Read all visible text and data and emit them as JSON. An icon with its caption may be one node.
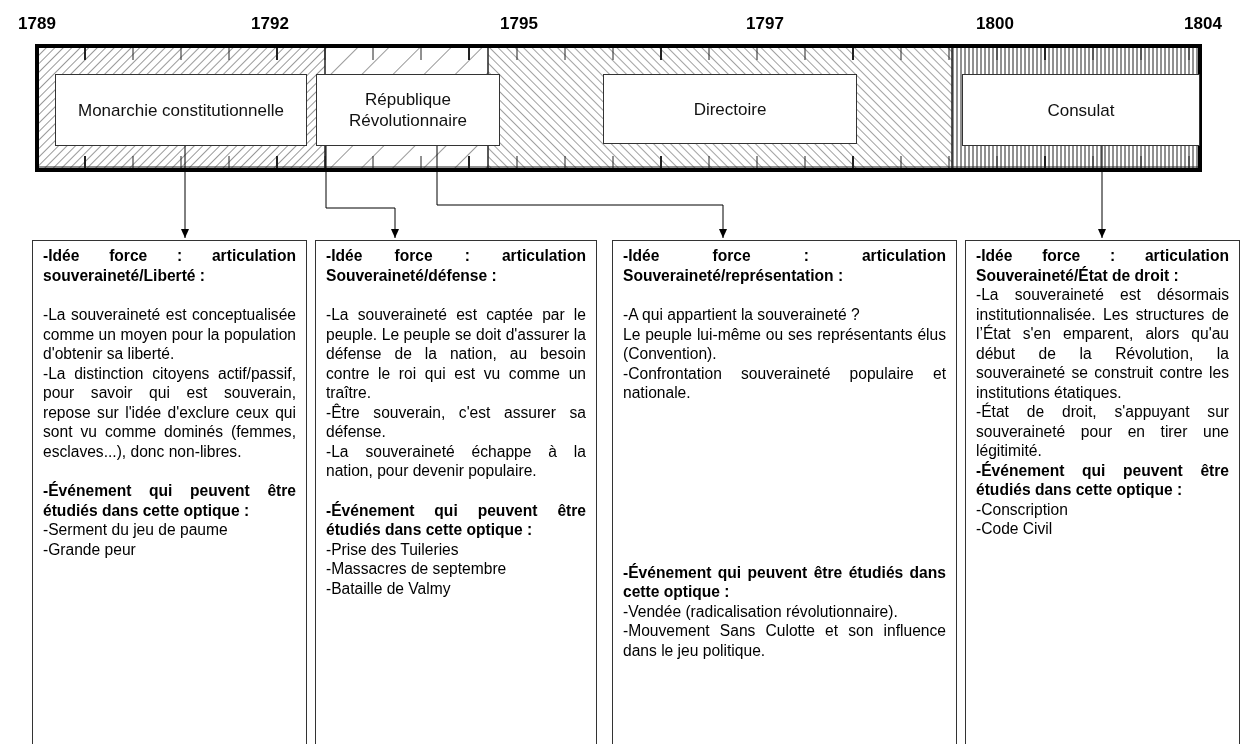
{
  "diagram": {
    "nodes": [
      {
        "text": [
          "Monarchie constitutionnelle"
        ]
      },
      {
        "text": [
          "République Révolutionnaire"
        ]
      },
      {
        "text": [
          "Directoire"
        ]
      },
      {
        "text": [
          "Consulat"
        ]
      },
      {
        "text": [
          "-Idée force : articulation souveraineté/Liberté :",
          "-La souveraineté est conceptualisée comme un moyen pour la population d'obtenir sa liberté.",
          "-La distinction citoyens actif/passif, pour savoir qui est souverain, repose sur l'idée d'exclure ceux qui sont vu comme dominés (femmes, esclaves...), donc non-libres.",
          "-Événement qui peuvent être étudiés dans cette optique :",
          "-Serment du jeu de paume",
          "-Grande peur"
        ]
      },
      {
        "text": [
          "-Idée force : articulation Souveraineté/défense :",
          "-La souveraineté est captée par le peuple. Le peuple se doit d'assurer la défense de la nation, au besoin contre le roi qui est vu comme un traître.",
          "-Être souverain, c'est assurer sa défense.",
          "-La souveraineté échappe à la nation, pour devenir populaire.",
          "-Événement qui peuvent être étudiés dans cette optique :",
          "-Prise des Tuileries",
          "-Massacres de septembre",
          "-Bataille de Valmy"
        ]
      },
      {
        "text": [
          "-Idée force : articulation Souveraineté/représentation :",
          "-A qui appartient la souveraineté ?",
          "Le peuple lui-même ou ses représentants élus (Convention).",
          "-Confrontation souveraineté populaire et nationale.",
          "-Événement qui peuvent être étudiés dans cette optique :",
          "-Vendée (radicalisation révolutionnaire).",
          "-Mouvement Sans Culotte et son influence dans le jeu politique."
        ]
      },
      {
        "text": [
          "-Idée force : articulation Souveraineté/État de droit :",
          "-La souveraineté est désormais institutionnalisée. Les structures de l’État s'en emparent, alors qu'au début de la Révolution, la souveraineté se construit contre les institutions étatiques.",
          "-État de droit, s'appuyant sur souveraineté pour en tirer une légitimité.",
          "-Événement qui peuvent être étudiés dans cette optique :",
          "-Conscription",
          "-Code Civil"
        ]
      }
    ],
    "edges": [
      {
        "from": 0,
        "to": 4,
        "arrow": "to"
      },
      {
        "from": 1,
        "to": 5,
        "arrow": "to"
      },
      {
        "from": 1,
        "to": 6,
        "arrow": "to"
      },
      {
        "from": 3,
        "to": 7,
        "arrow": "to"
      }
    ],
    "labels": [
      "1789",
      "1792",
      "1795",
      "1797",
      "1800",
      "1804"
    ]
  }
}
